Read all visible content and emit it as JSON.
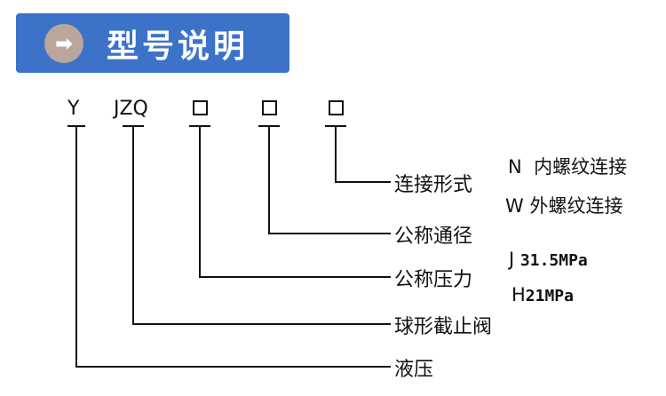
{
  "header": {
    "title": "型号说明",
    "icon": "arrow-right-icon"
  },
  "codes": {
    "y": "Y",
    "jzq": "JZQ"
  },
  "labels": {
    "connection": "连接形式",
    "diameter": "公称通径",
    "pressure": "公称压力",
    "valve": "球形截止阀",
    "hydraulic": "液压"
  },
  "connection_options": [
    {
      "code": "N",
      "text": "内螺纹连接"
    },
    {
      "code": "W",
      "text": "外螺纹连接"
    }
  ],
  "pressure_options": [
    {
      "code": "J",
      "text": "31.5MPa"
    },
    {
      "code": "H",
      "text": "21MPa"
    }
  ]
}
